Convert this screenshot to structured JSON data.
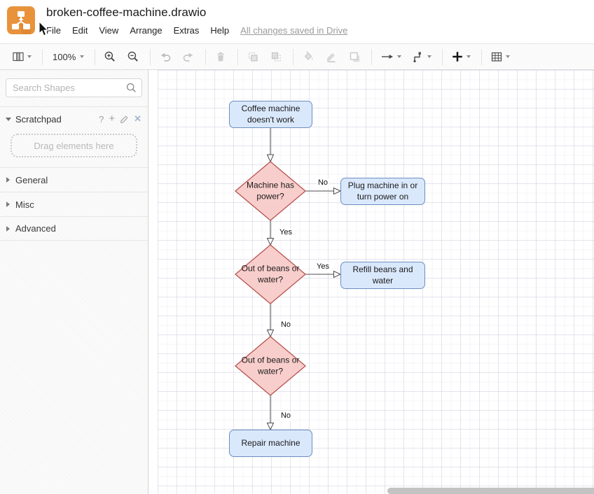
{
  "header": {
    "title": "broken-coffee-machine.drawio",
    "menu": [
      "File",
      "Edit",
      "View",
      "Arrange",
      "Extras",
      "Help"
    ],
    "status": "All changes saved in Drive"
  },
  "toolbar": {
    "zoom_level": "100%",
    "icons": [
      "view-panels",
      "zoom-in",
      "zoom-out",
      "undo",
      "redo",
      "delete",
      "to-front",
      "to-back",
      "fill-color",
      "line-color",
      "shadow",
      "connection",
      "waypoints",
      "insert",
      "table"
    ]
  },
  "sidebar": {
    "search_placeholder": "Search Shapes",
    "scratchpad": {
      "label": "Scratchpad",
      "drop_hint": "Drag elements here"
    },
    "sections": [
      {
        "label": "General"
      },
      {
        "label": "Misc"
      },
      {
        "label": "Advanced"
      }
    ]
  },
  "colors": {
    "process_fill": "#dae8fc",
    "process_stroke": "#6c8ebf",
    "decision_fill": "#f8cecc",
    "decision_stroke": "#b85450",
    "edge_stroke": "#4d4d4d",
    "logo_orange": "#e8933c"
  },
  "canvas": {
    "nodes": {
      "start": {
        "label": "Coffee machine doesn't work",
        "type": "process"
      },
      "decision_power": {
        "label": "Machine has power?",
        "type": "decision"
      },
      "action_plug": {
        "label": "Plug machine in or turn power on",
        "type": "process"
      },
      "decision_beans": {
        "label": "Out of beans or water?",
        "type": "decision"
      },
      "action_refill": {
        "label": "Refill beans and water",
        "type": "process"
      },
      "decision_beans2": {
        "label": "Out of beans or water?",
        "type": "decision"
      },
      "action_repair": {
        "label": "Repair machine",
        "type": "process"
      }
    },
    "edge_labels": {
      "no_power": "No",
      "yes_power": "Yes",
      "yes_beans": "Yes",
      "no_beans": "No",
      "no_beans2": "No"
    }
  }
}
